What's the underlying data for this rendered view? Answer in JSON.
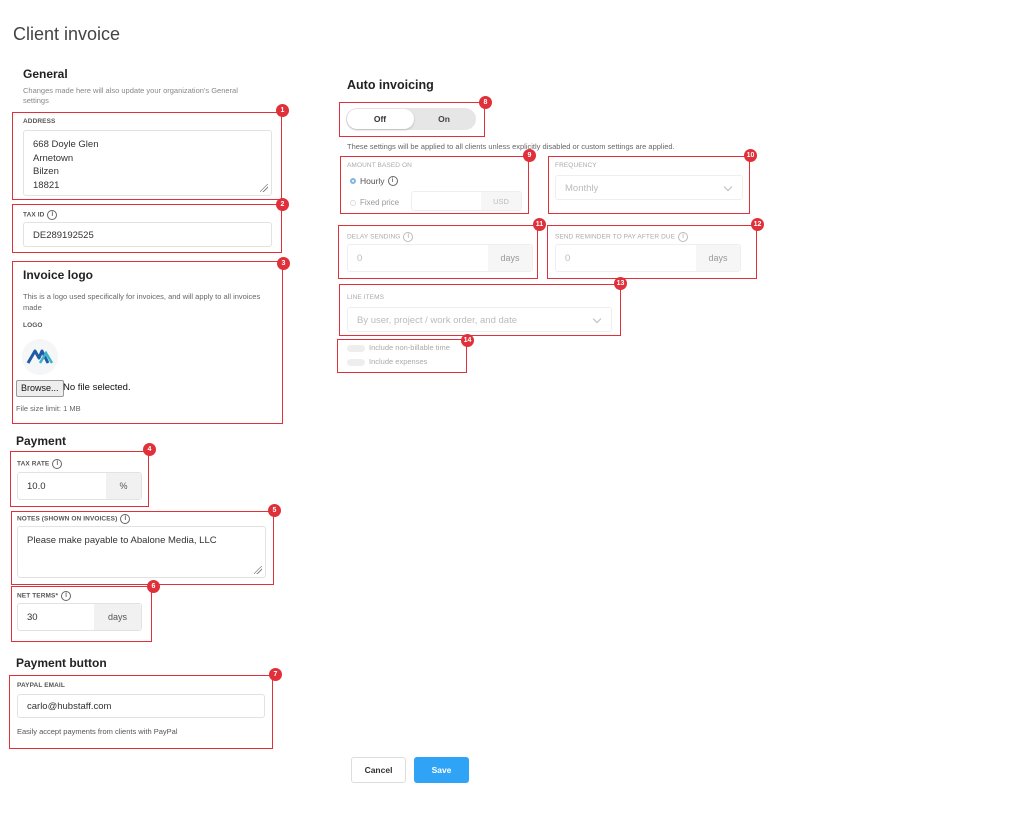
{
  "page_title": "Client invoice",
  "general": {
    "title": "General",
    "description": "Changes made here will also update your organization's General settings",
    "address_label": "ADDRESS",
    "address_lines": [
      "668 Doyle Glen",
      "Arnetown",
      "Bilzen",
      "18821"
    ],
    "tax_id_label": "TAX ID",
    "tax_id_value": "DE289192525"
  },
  "invoice_logo": {
    "title": "Invoice logo",
    "description": "This is a logo used specifically for invoices, and will apply to all invoices made",
    "logo_label": "LOGO",
    "logo_text": "AM",
    "browse_label": "Browse...",
    "file_status": "No file selected.",
    "size_limit": "File size limit: 1 MB"
  },
  "payment": {
    "title": "Payment",
    "tax_rate_label": "TAX RATE",
    "tax_rate_value": "10.0",
    "tax_rate_unit": "%",
    "notes_label": "NOTES (SHOWN ON INVOICES)",
    "notes_value": "Please make payable to Abalone Media, LLC",
    "net_terms_label": "NET TERMS*",
    "net_terms_value": "30",
    "net_terms_unit": "days"
  },
  "payment_button": {
    "title": "Payment button",
    "paypal_label": "PAYPAL EMAIL",
    "paypal_value": "carlo@hubstaff.com",
    "paypal_help": "Easily accept payments from clients with PayPal"
  },
  "auto_invoicing": {
    "title": "Auto invoicing",
    "toggle_off": "Off",
    "toggle_on": "On",
    "toggle_state": "Off",
    "note": "These settings will be applied to all clients unless explicitly disabled or custom settings are applied.",
    "amount_label": "AMOUNT BASED ON",
    "hourly_label": "Hourly",
    "fixed_label": "Fixed price",
    "currency": "USD",
    "frequency_label": "FREQUENCY",
    "frequency_value": "Monthly",
    "delay_label": "DELAY SENDING",
    "delay_placeholder": "0",
    "delay_unit": "days",
    "reminder_label": "SEND REMINDER TO PAY AFTER DUE",
    "reminder_placeholder": "0",
    "reminder_unit": "days",
    "line_items_label": "LINE ITEMS",
    "line_items_value": "By user, project / work order, and date",
    "include_nonbillable": "Include non-billable time",
    "include_expenses": "Include expenses"
  },
  "actions": {
    "cancel": "Cancel",
    "save": "Save"
  },
  "badges": [
    "1",
    "2",
    "3",
    "4",
    "5",
    "6",
    "7",
    "8",
    "9",
    "10",
    "11",
    "12",
    "13",
    "14"
  ],
  "colors": {
    "highlight": "#e0303a",
    "primary": "#2fa4f7"
  }
}
